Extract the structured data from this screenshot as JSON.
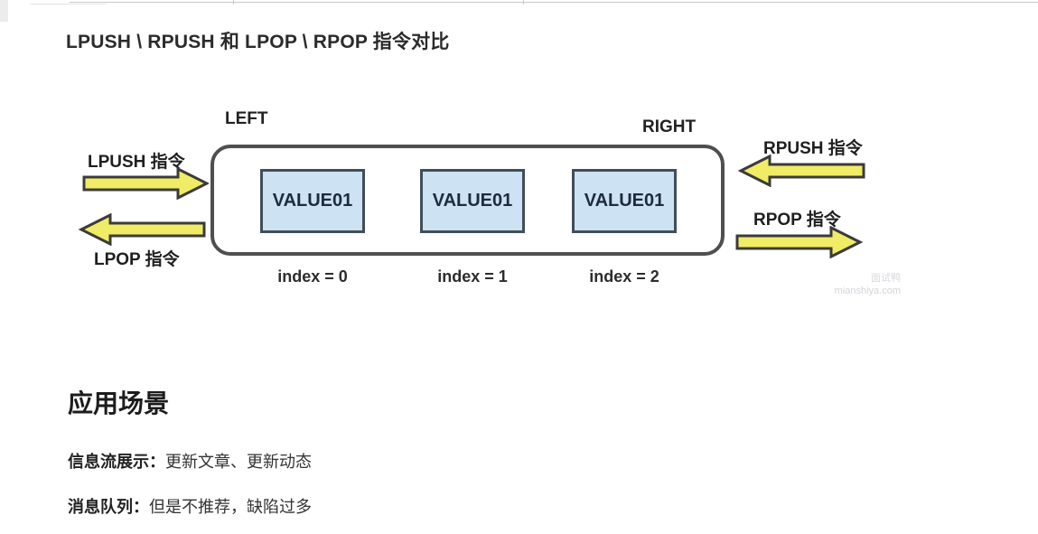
{
  "page": {
    "title": "LPUSH \\ RPUSH 和 LPOP \\ RPOP 指令对比"
  },
  "diagram": {
    "left_label": "LEFT",
    "right_label": "RIGHT",
    "lpush_label": "LPUSH 指令",
    "lpop_label": "LPOP 指令",
    "rpush_label": "RPUSH 指令",
    "rpop_label": "RPOP 指令",
    "boxes": [
      {
        "value": "VALUE01",
        "index_label": "index = 0"
      },
      {
        "value": "VALUE01",
        "index_label": "index = 1"
      },
      {
        "value": "VALUE01",
        "index_label": "index = 2"
      }
    ],
    "colors": {
      "arrow_fill": "#f0ec66",
      "arrow_stroke": "#3b3b3b",
      "box_fill": "#cde2f3",
      "box_border": "#414e59",
      "container_border": "#4f4f4f"
    }
  },
  "watermark": {
    "line1": "面试鸭",
    "line2": "mianshiya.com"
  },
  "sections": {
    "heading": "应用场景",
    "items": [
      {
        "term": "信息流展示：",
        "desc": "更新文章、更新动态"
      },
      {
        "term": "消息队列：",
        "desc": "但是不推荐，缺陷过多"
      }
    ]
  }
}
